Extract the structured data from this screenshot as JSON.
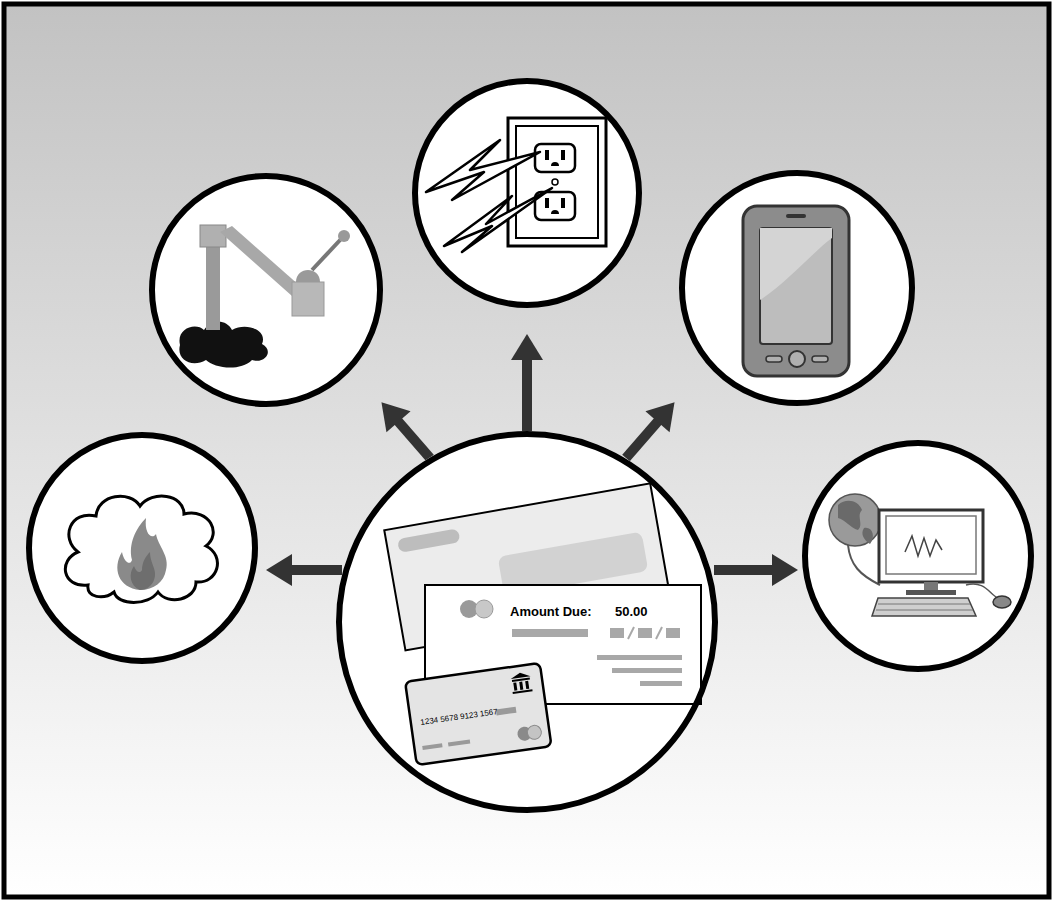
{
  "diagram": {
    "nodes": [
      {
        "text": [
          "Amount Due:",
          "50.00",
          "1234 5678 9123 1567"
        ]
      }
    ]
  }
}
